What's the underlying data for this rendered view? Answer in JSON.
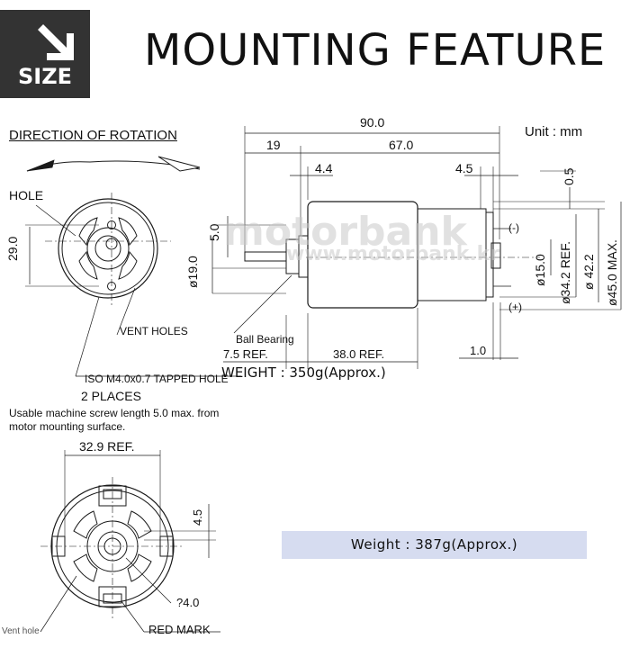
{
  "badge": {
    "label": "SIZE",
    "icon": "arrow-down-right-icon",
    "color": "#333333"
  },
  "title": "MOUNTING FEATURE",
  "unit": "Unit : mm",
  "watermark": {
    "brand": "motorbank",
    "url": "www.motorbank.kr"
  },
  "labels": {
    "direction": "DIRECTION OF ROTATION",
    "hole": "HOLE",
    "vent_holes": "VENT HOLES",
    "tapped_hole": "ISO M4.0x0.7 TAPPED HOLE",
    "two_places": "2 PLACES",
    "screw_note_1": "Usable machine screw length 5.0 max. from",
    "screw_note_2": "motor mounting surface.",
    "ball_bearing": "Ball Bearing",
    "minus": "(-)",
    "plus": "(+)",
    "vent_hole": "Vent hole",
    "red_mark": "RED MARK"
  },
  "dimensions": {
    "d90": "90.0",
    "d19": "19",
    "d67": "67.0",
    "d44": "4.4",
    "d45": "4.5",
    "d05": "0.5",
    "d5": "5.0",
    "d29": "29.0",
    "d_phi19": "ø19.0",
    "d_phi15": "ø15.0",
    "d_phi342": "ø34.2 REF.",
    "d_phi422": "ø 42.2",
    "d_phi45": "ø45.0 MAX.",
    "d75": "7.5 REF.",
    "d38": "38.0 REF.",
    "d10": "1.0",
    "d329": "32.9 REF.",
    "d45b": "4.5",
    "d240": "?4.0"
  },
  "weight_overlay": "WEIGHT : 350g(Approx.)",
  "weight": "Weight : 387g(Approx.)",
  "colors": {
    "band": "#d6dcf0",
    "line": "#1a1a1a"
  }
}
